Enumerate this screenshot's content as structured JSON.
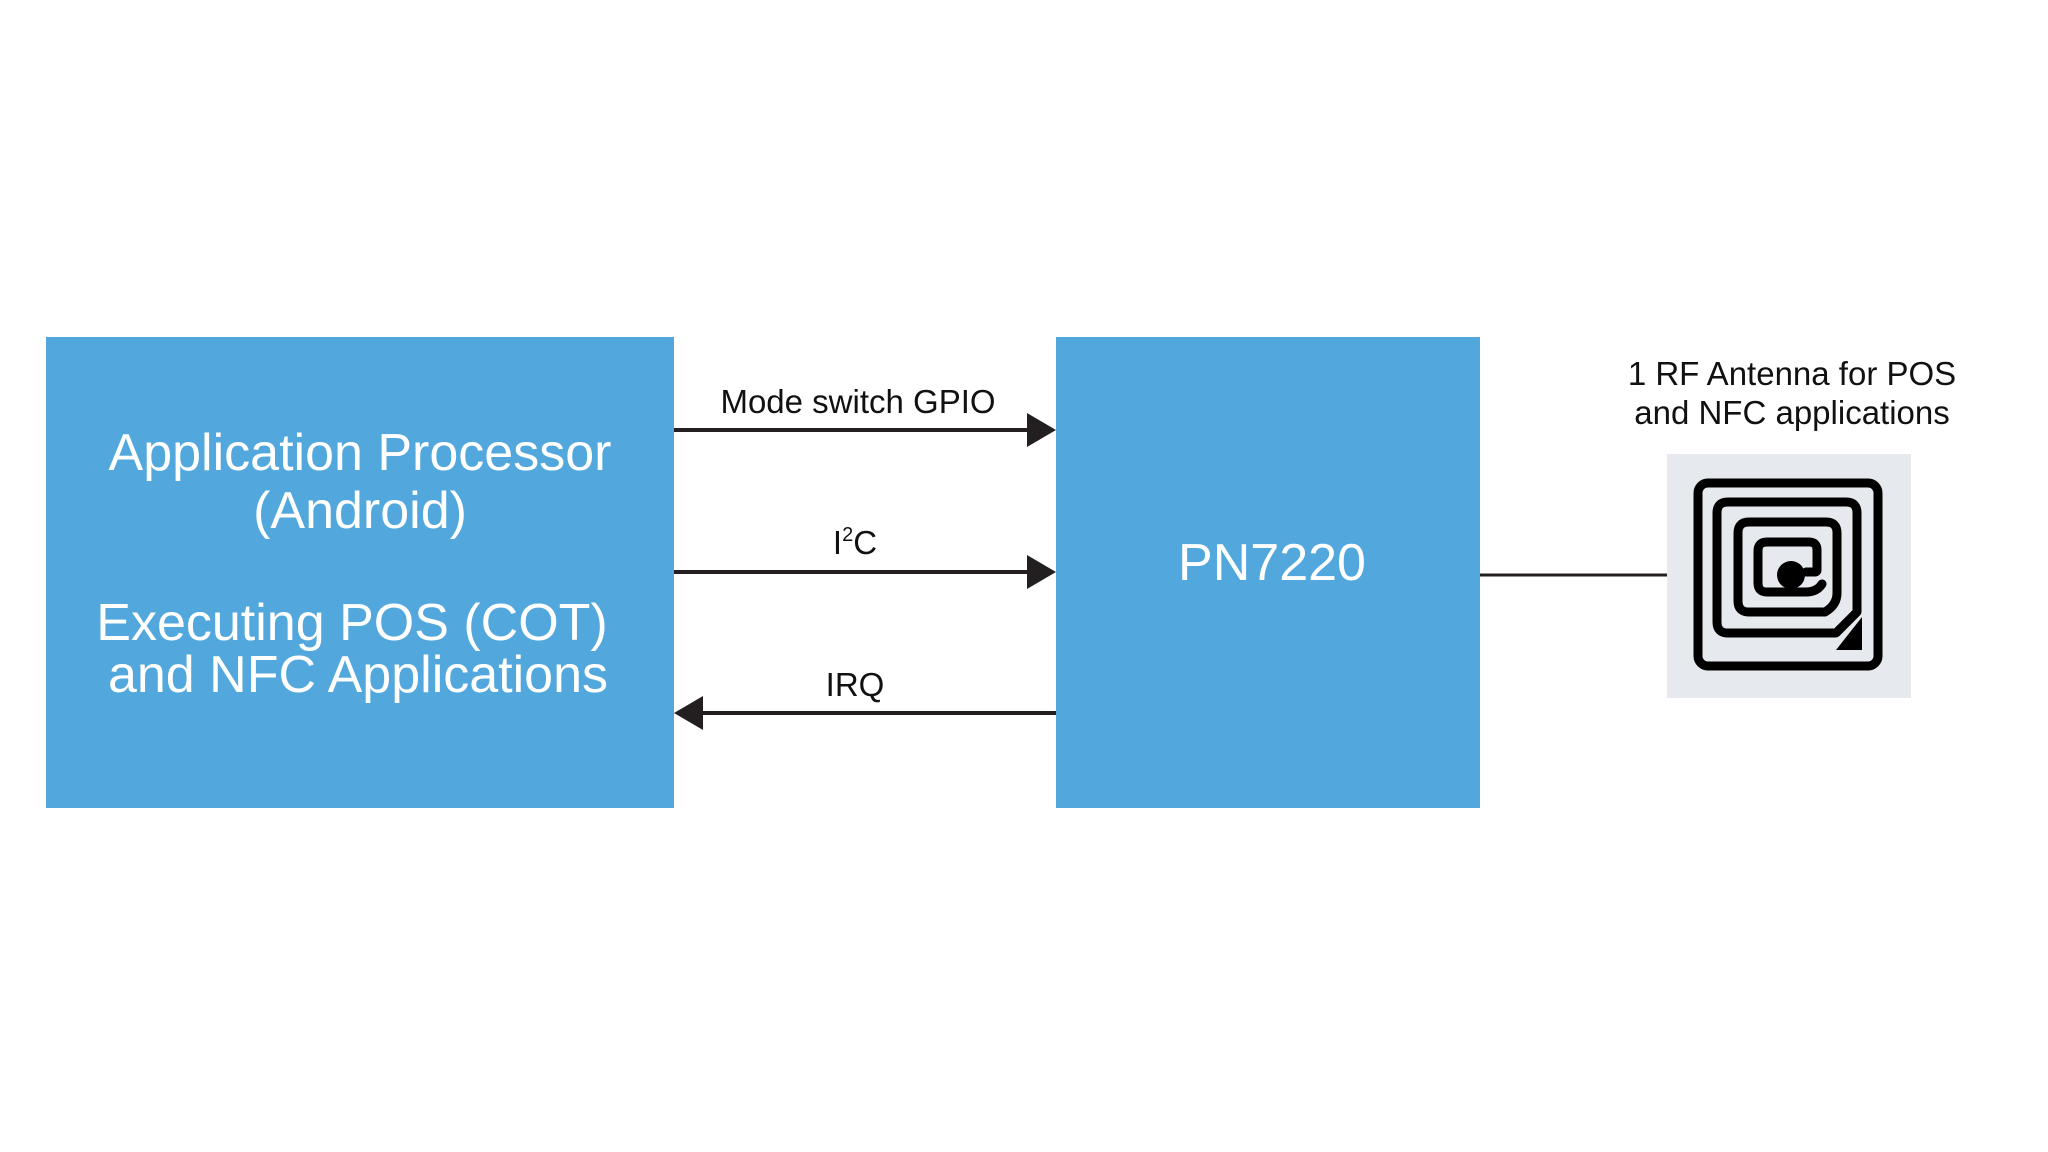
{
  "diagram": {
    "colors": {
      "block_fill": "#52a8dd",
      "block_text": "#ffffff",
      "connector": "#231f20",
      "label_text": "#111111",
      "antenna_bg": "#e6eaee",
      "antenna_stroke": "#000000",
      "background": "#ffffff"
    },
    "blocks": {
      "application_processor": {
        "lines": [
          "Application Processor",
          "(Android)",
          "Executing POS (COT)",
          "and NFC Applications"
        ]
      },
      "pn7220": {
        "label": "PN7220"
      }
    },
    "connections": [
      {
        "id": "mode-switch-gpio",
        "label": "Mode switch GPIO",
        "label_base": "",
        "label_sup": "",
        "direction": "to-pn7220"
      },
      {
        "id": "i2c",
        "label": "",
        "label_base": "I",
        "label_sup": "2",
        "label_tail": "C",
        "direction": "to-pn7220"
      },
      {
        "id": "irq",
        "label": "IRQ",
        "label_base": "",
        "label_sup": "",
        "direction": "to-application-processor"
      }
    ],
    "antenna": {
      "icon": "nfc-antenna-coil-icon",
      "label_lines": [
        "1 RF Antenna for POS",
        "and NFC applications"
      ]
    }
  }
}
